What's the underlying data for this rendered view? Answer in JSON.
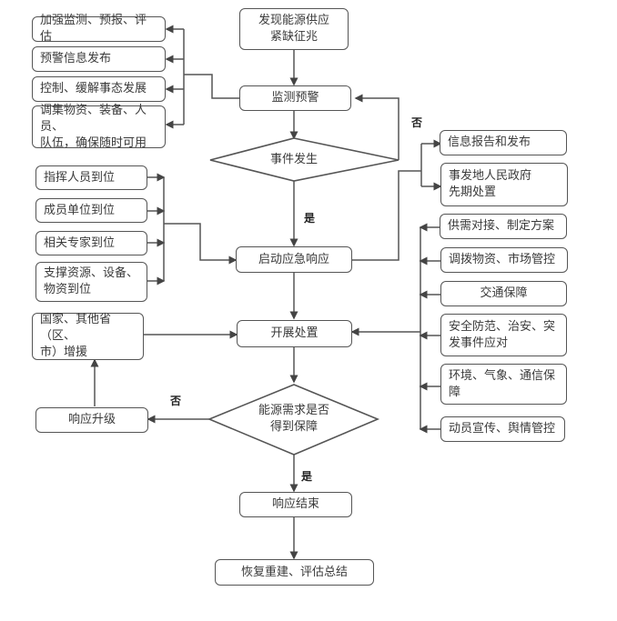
{
  "diagram": {
    "start": "发现能源供应\n紧缺征兆",
    "monitor": "监测预警",
    "event_decision": "事件发生",
    "activate": "启动应急响应",
    "handle": "开展处置",
    "energy_decision": "能源需求是否\n得到保障",
    "upgrade": "响应升级",
    "support": "国家、其他省（区、\n市）增援",
    "end": "响应结束",
    "recover": "恢复重建、评估总结",
    "monitor_actions": [
      "加强监测、预报、评估",
      "预警信息发布",
      "控制、缓解事态发展",
      "调集物资、装备、人员、\n队伍，确保随时可用"
    ],
    "activate_left": [
      "指挥人员到位",
      "成员单位到位",
      "相关专家到位",
      "支撑资源、设备、\n物资到位"
    ],
    "activate_right": [
      "信息报告和发布",
      "事发地人民政府\n先期处置"
    ],
    "handle_right": [
      "供需对接、制定方案",
      "调拨物资、市场管控",
      "交通保障",
      "安全防范、治安、突\n发事件应对",
      "环境、气象、通信保\n障",
      "动员宣传、舆情管控"
    ],
    "labels": {
      "no_event": "否",
      "yes_event": "是",
      "no_energy": "否",
      "yes_energy": "是"
    }
  }
}
